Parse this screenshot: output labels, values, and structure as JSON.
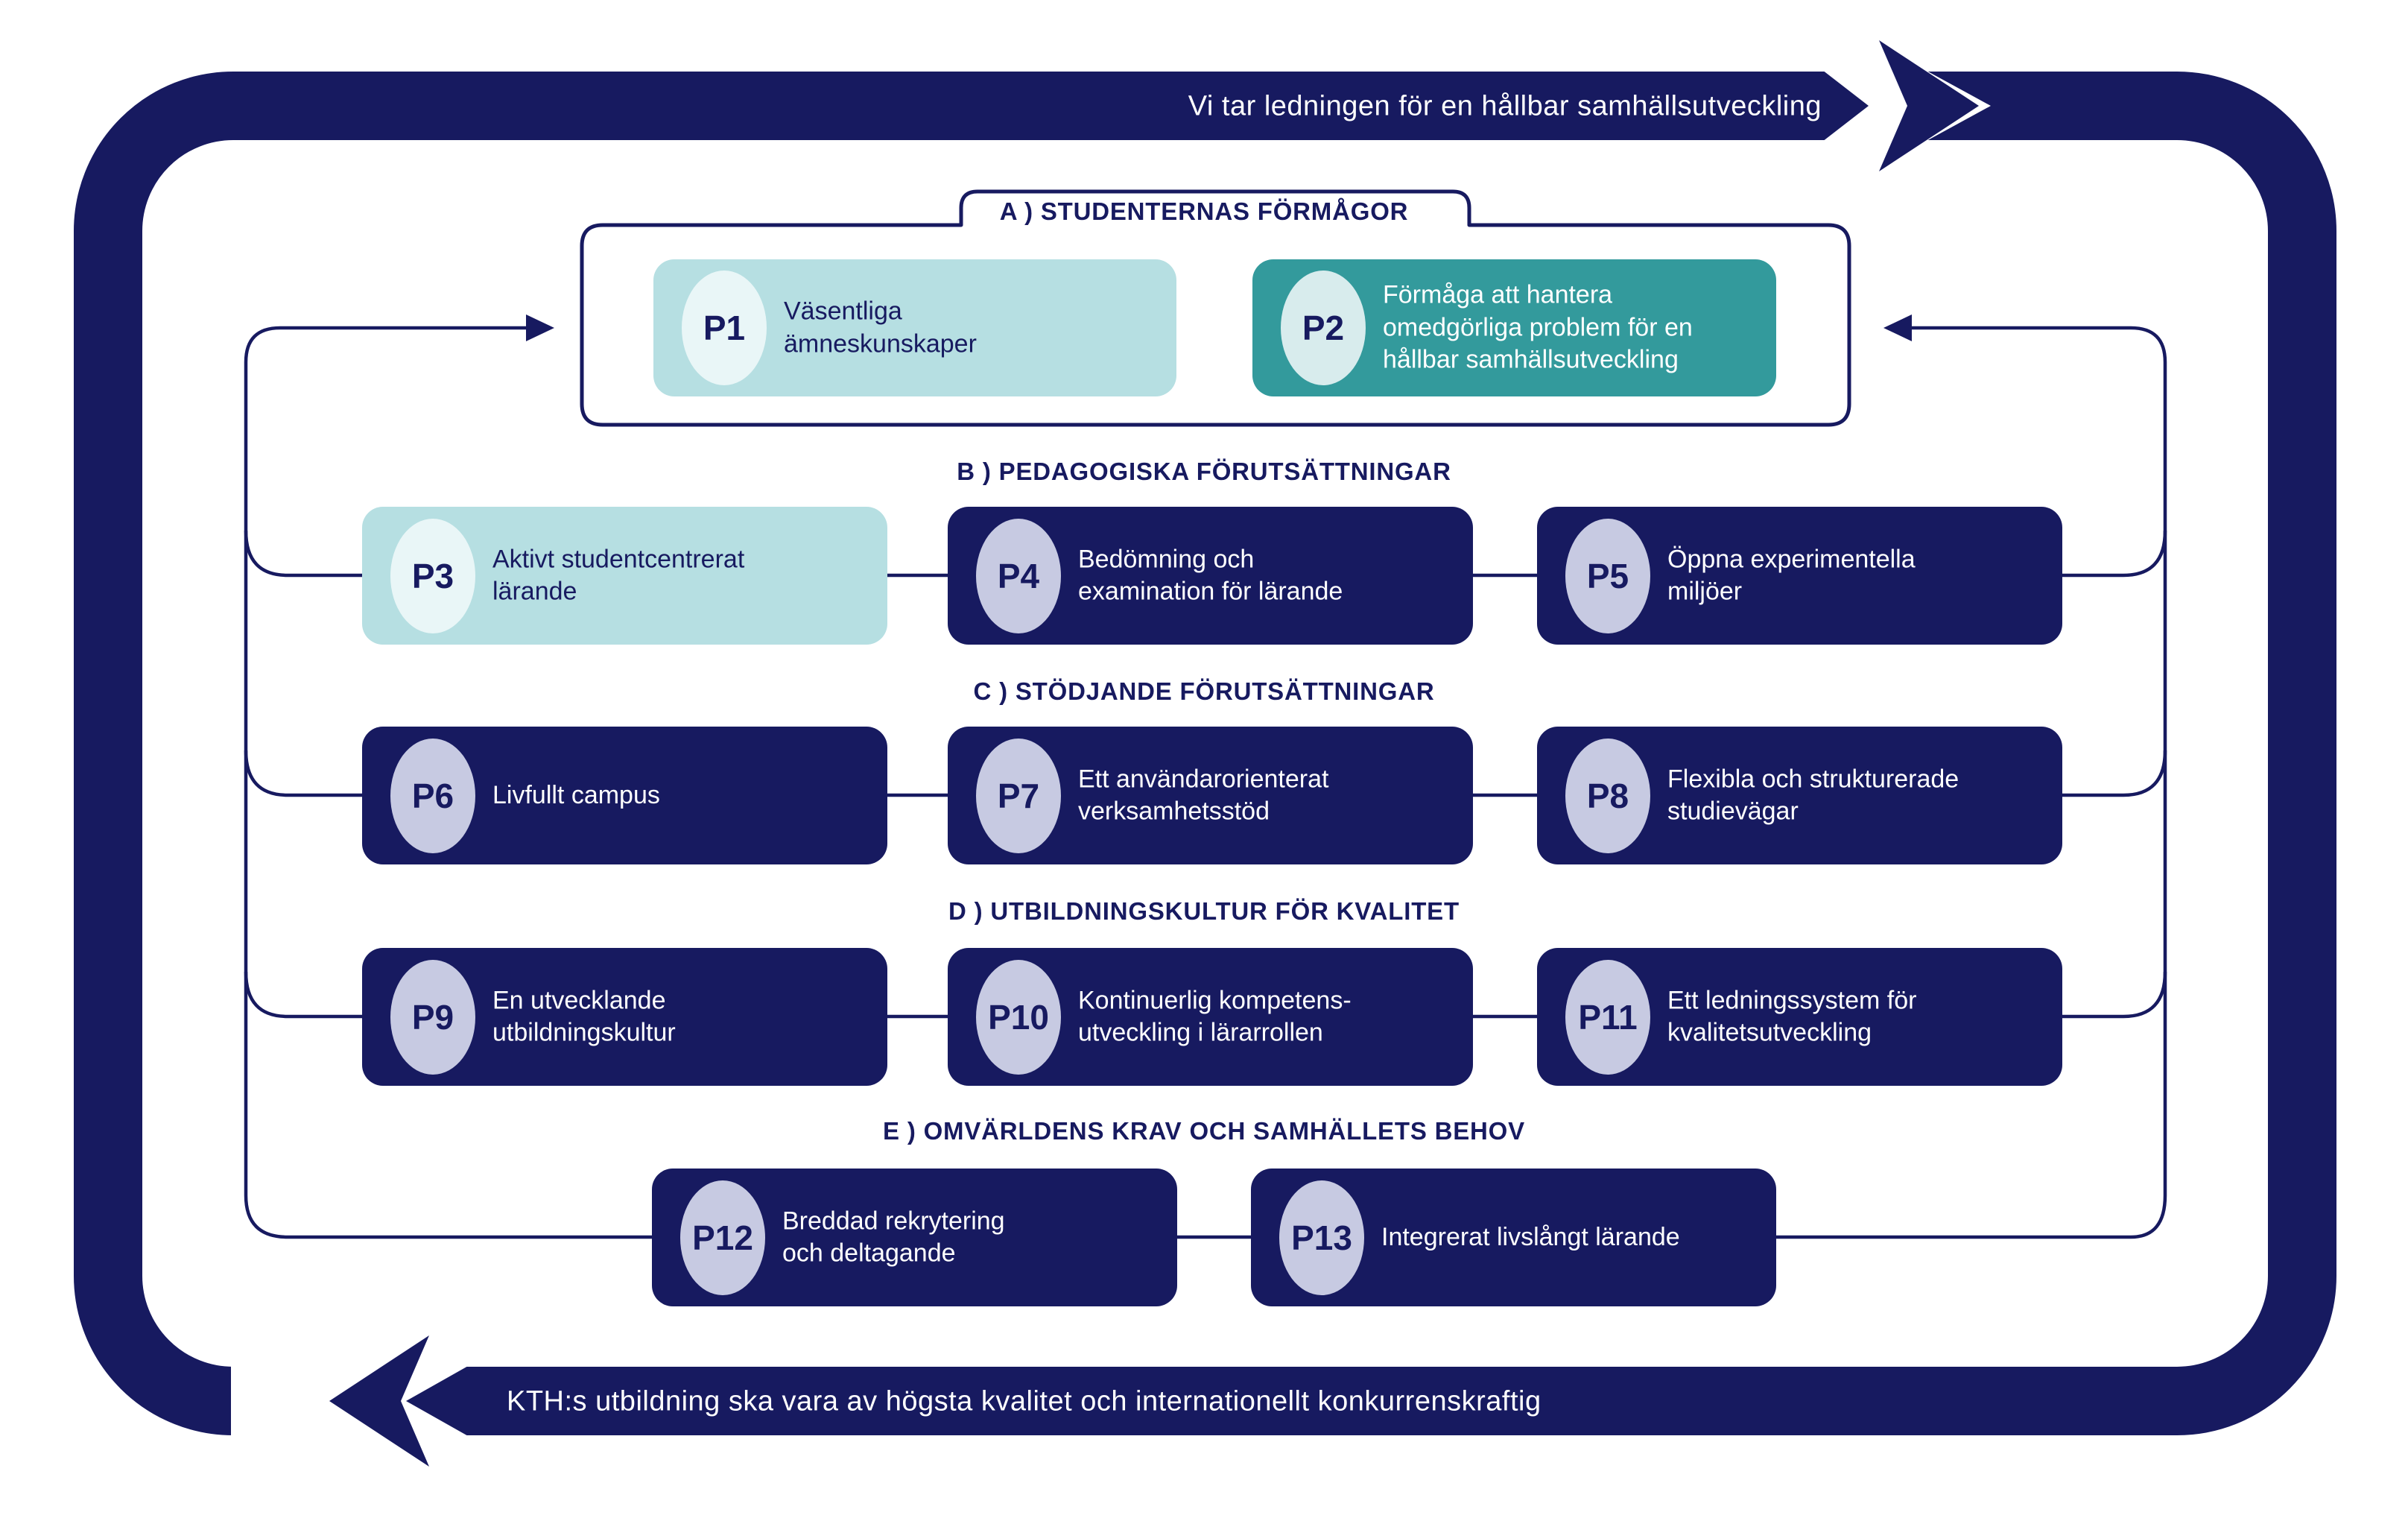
{
  "colors": {
    "navy": "#171a60",
    "teal": "#339a9c",
    "light_teal": "#b6dfe2",
    "lavender_circle": "#c7cae2",
    "light_circle": "#e9f6f7",
    "white": "#ffffff"
  },
  "top_band": {
    "text": "Vi tar ledningen för en hållbar samhällsutveckling",
    "arrow_direction": "right"
  },
  "bottom_band": {
    "text": "KTH:s utbildning ska vara av högsta kvalitet och internationellt konkurrenskraftig",
    "arrow_direction": "left"
  },
  "sections": {
    "A": {
      "label": "A )  STUDENTERNAS FÖRMÅGOR"
    },
    "B": {
      "label": "B )  PEDAGOGISKA FÖRUTSÄTTNINGAR"
    },
    "C": {
      "label": "C )  STÖDJANDE FÖRUTSÄTTNINGAR"
    },
    "D": {
      "label": "D )  UTBILDNINGSKULTUR FÖR KVALITET"
    },
    "E": {
      "label": "E )  OMVÄRLDENS KRAV OCH SAMHÄLLETS BEHOV"
    }
  },
  "boxes": {
    "p1": {
      "id": "P1",
      "section": "A",
      "lines": [
        "Väsentliga",
        "ämneskunskaper"
      ]
    },
    "p2": {
      "id": "P2",
      "section": "A",
      "lines": [
        "Förmåga att hantera",
        "omedgörliga problem för en",
        "hållbar samhällsutveckling"
      ]
    },
    "p3": {
      "id": "P3",
      "section": "B",
      "lines": [
        "Aktivt studentcentrerat",
        "lärande"
      ]
    },
    "p4": {
      "id": "P4",
      "section": "B",
      "lines": [
        "Bedömning och",
        "examination för lärande"
      ]
    },
    "p5": {
      "id": "P5",
      "section": "B",
      "lines": [
        "Öppna experimentella",
        "miljöer"
      ]
    },
    "p6": {
      "id": "P6",
      "section": "C",
      "lines": [
        "Livfullt campus"
      ]
    },
    "p7": {
      "id": "P7",
      "section": "C",
      "lines": [
        "Ett användarorienterat",
        "verksamhetsstöd"
      ]
    },
    "p8": {
      "id": "P8",
      "section": "C",
      "lines": [
        "Flexibla och strukturerade",
        "studievägar"
      ]
    },
    "p9": {
      "id": "P9",
      "section": "D",
      "lines": [
        "En utvecklande",
        "utbildningskultur"
      ]
    },
    "p10": {
      "id": "P10",
      "section": "D",
      "lines": [
        "Kontinuerlig kompetens-",
        "utveckling i lärarrollen"
      ]
    },
    "p11": {
      "id": "P11",
      "section": "D",
      "lines": [
        "Ett ledningssystem för",
        "kvalitetsutveckling"
      ]
    },
    "p12": {
      "id": "P12",
      "section": "E",
      "lines": [
        "Breddad rekrytering",
        "och deltagande"
      ]
    },
    "p13": {
      "id": "P13",
      "section": "E",
      "lines": [
        "Integrerat livslångt lärande"
      ]
    }
  }
}
